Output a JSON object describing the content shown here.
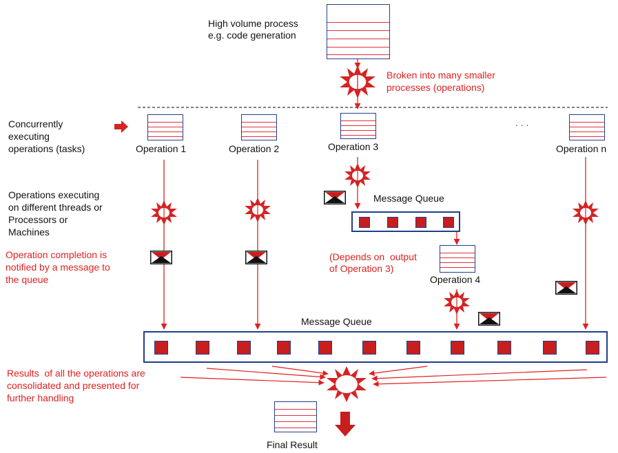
{
  "top": {
    "process_label_1": "High volume process",
    "process_label_2": "e.g. code generation",
    "broken_label_1": "Broken into many smaller",
    "broken_label_2": "processes (operations)"
  },
  "left": {
    "concurrent_1": "Concurrently",
    "concurrent_2": "executing",
    "concurrent_3": "operations (tasks)",
    "threads_1": "Operations executing",
    "threads_2": "on different threads or",
    "threads_3": "Processors or",
    "threads_4": "Machines",
    "notified_1": "Operation completion is",
    "notified_2": "notified by a message to",
    "notified_3": "the queue",
    "results_1": "Results  of all the operations are",
    "results_2": "consolidated and presented for",
    "results_3": "further handling"
  },
  "operations": {
    "op1": "Operation 1",
    "op2": "Operation 2",
    "op3": "Operation 3",
    "opn": "Operation n",
    "op4": "Operation 4",
    "ellipsis": ". . ."
  },
  "queues": {
    "small_title": "Message Queue",
    "main_title": "Message Queue",
    "depends_1": "(Depends on  output",
    "depends_2": "of Operation 3)"
  },
  "final": {
    "label": "Final Result"
  },
  "colors": {
    "accent_red": "#e02020",
    "frame_blue": "#1f3f8a"
  },
  "icons": [
    "document-icon",
    "gear-icon",
    "envelope-icon",
    "arrow-right-icon",
    "arrow-down-icon"
  ]
}
